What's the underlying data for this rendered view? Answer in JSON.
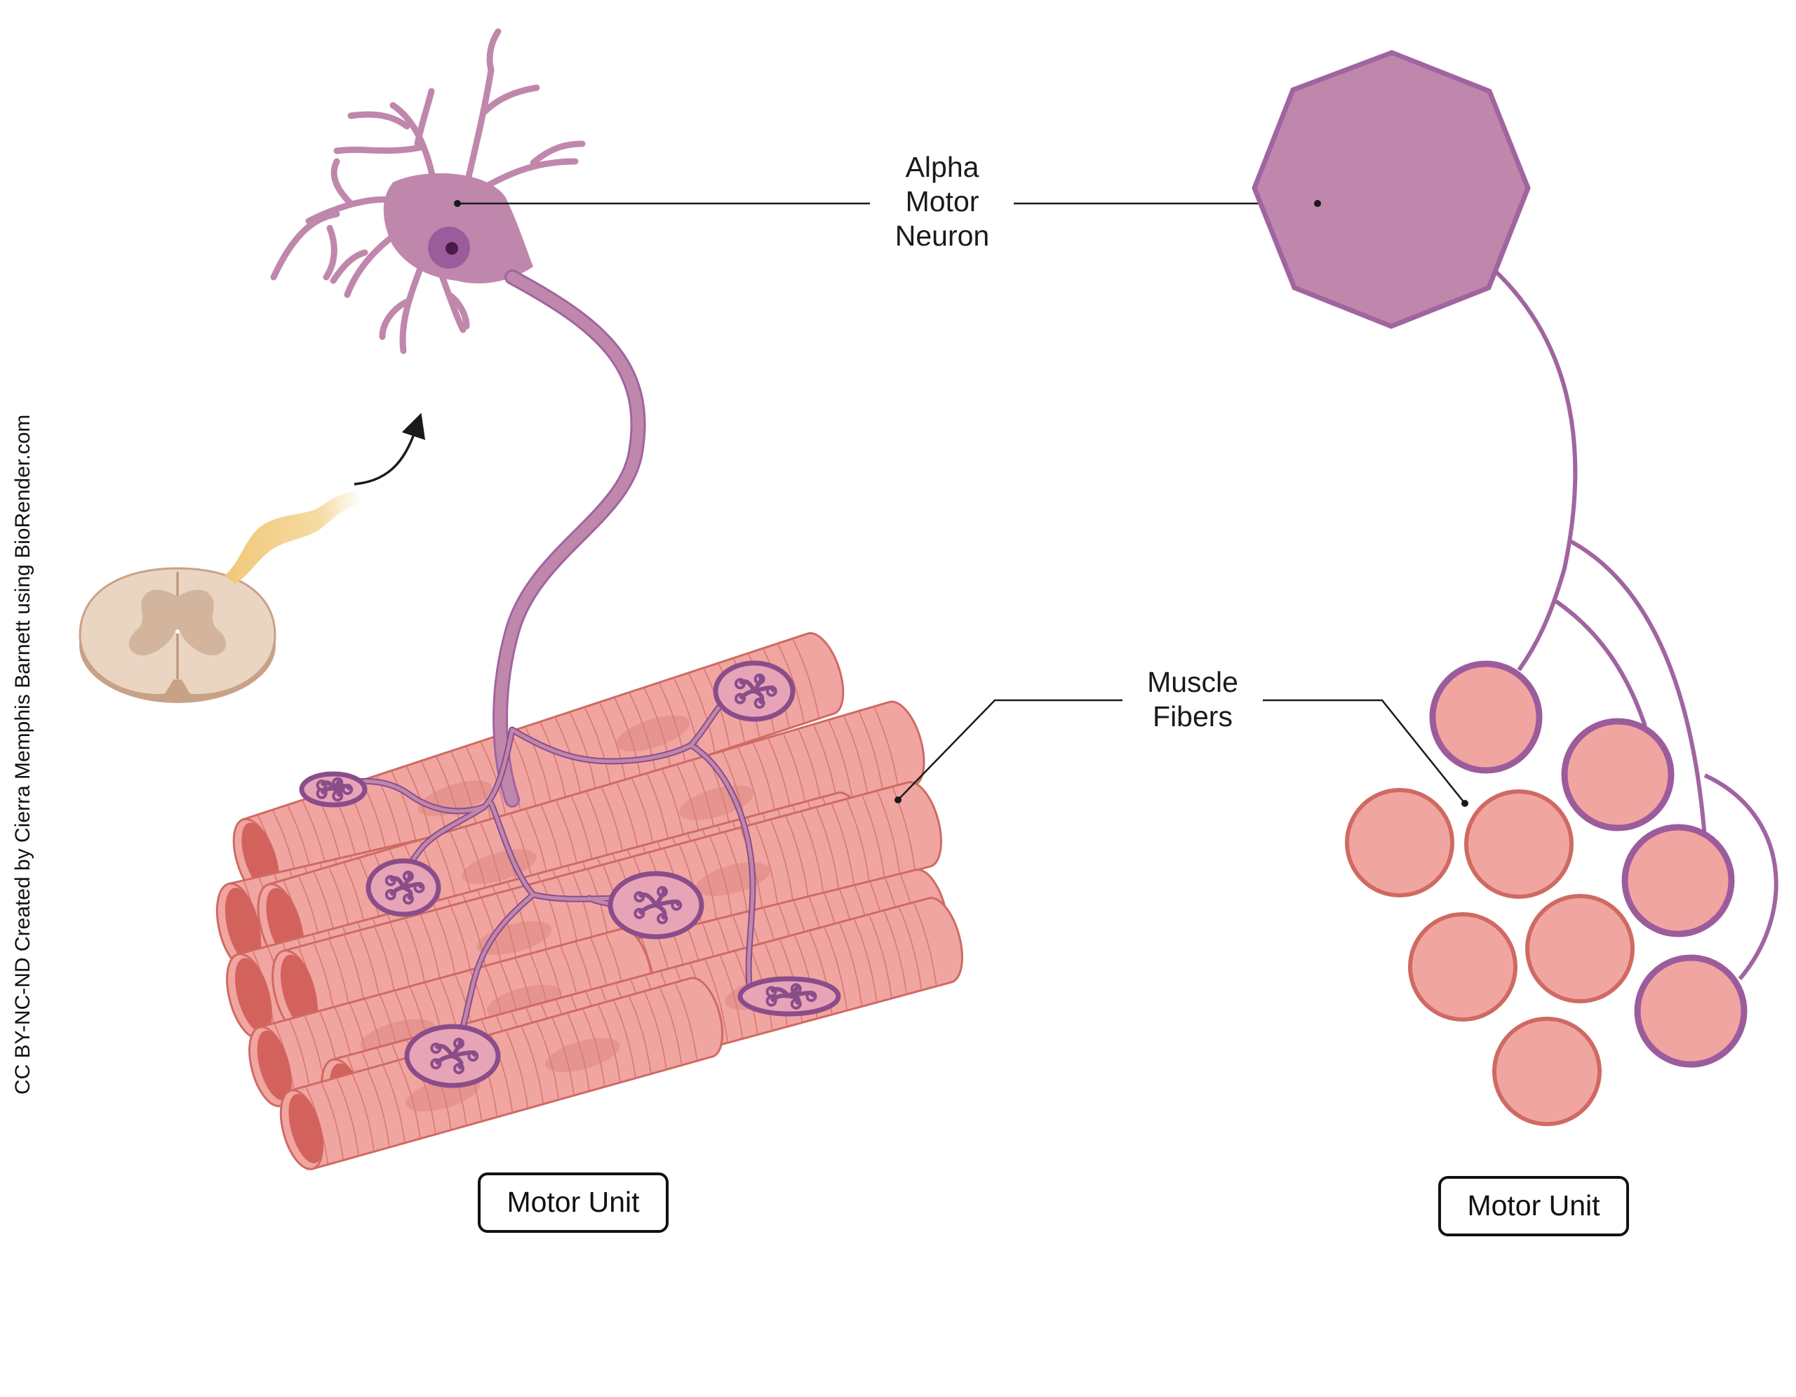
{
  "credit": "CC BY-NC-ND Created by Cierra Memphis Barnett using BioRender.com",
  "labels": {
    "neuron": [
      "Alpha",
      "Motor",
      "Neuron"
    ],
    "fibers": [
      "Muscle",
      "Fibers"
    ]
  },
  "boxes": {
    "left": "Motor Unit",
    "right": "Motor Unit"
  },
  "colors": {
    "neuron_fill": "#c087ac",
    "neuron_stroke": "#a064a0",
    "axon_purple": "#9c5c9c",
    "muscle_fill": "#f1a5a1",
    "muscle_dark": "#d4625c",
    "muscle_stroke": "#cf6a63",
    "cord_fill": "#ead4c2",
    "cord_gray": "#d3b59d",
    "nerve_yellow": "#f0c878",
    "leader_line": "#1a1a1a"
  },
  "icons": [
    "neuron-icon",
    "spinal-cord-icon",
    "muscle-bundle-icon",
    "neuromuscular-junction-icon",
    "octagon-neuron-icon",
    "fiber-circle-icon",
    "arrow-icon"
  ]
}
